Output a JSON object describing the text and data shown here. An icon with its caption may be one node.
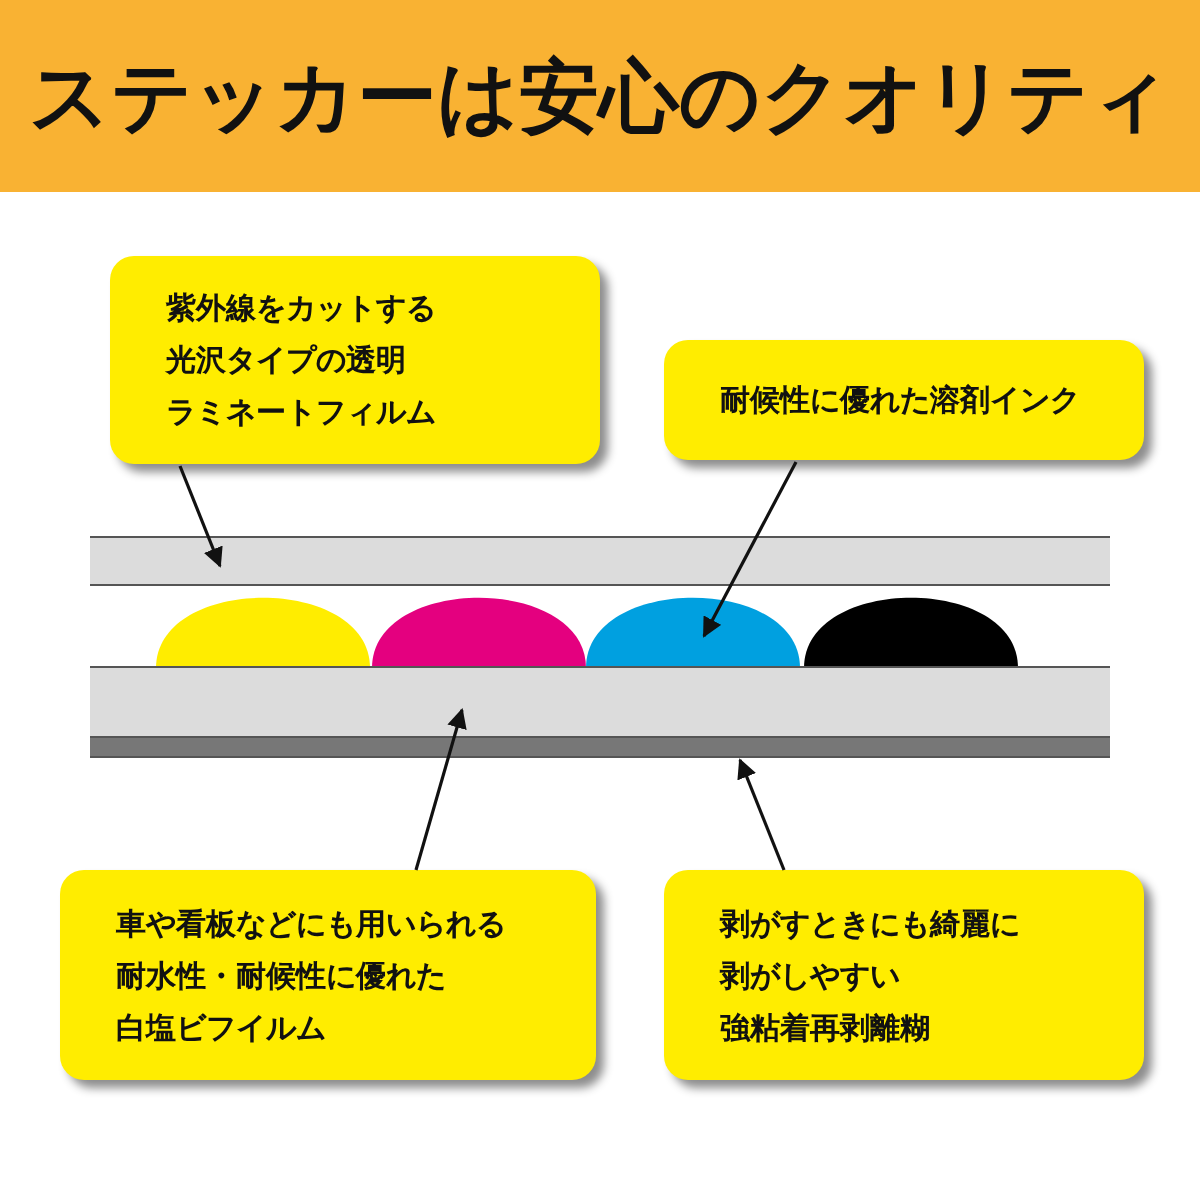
{
  "diagram": {
    "title": "ステッカーは安心のクオリティ",
    "nodes": [
      {
        "text": [
          "紫外線をカットする光沢タイプの透明ラミネートフィルム"
        ]
      },
      {
        "text": [
          "耐候性に優れた溶剤インク"
        ]
      },
      {
        "text": [
          "車や看板などにも用いられる耐水性・耐候性に優れた白塩ビフイルム"
        ]
      },
      {
        "text": [
          "剥がすときにも綺麗に剥がしやすい強粘着再剥離糊"
        ]
      },
      {
        "text": [],
        "shape": "bar"
      },
      {
        "text": [],
        "shape": "dome"
      },
      {
        "text": [],
        "shape": "dome"
      },
      {
        "text": [],
        "shape": "dome"
      },
      {
        "text": [],
        "shape": "dome"
      },
      {
        "text": [],
        "shape": "bar"
      },
      {
        "text": [],
        "shape": "bar"
      }
    ],
    "edges": [
      {
        "from": 0,
        "to": 4,
        "arrow": "to"
      },
      {
        "from": 1,
        "to": 7,
        "arrow": "to"
      },
      {
        "from": 2,
        "to": 9,
        "arrow": "to"
      },
      {
        "from": 3,
        "to": 10,
        "arrow": "to"
      }
    ]
  }
}
